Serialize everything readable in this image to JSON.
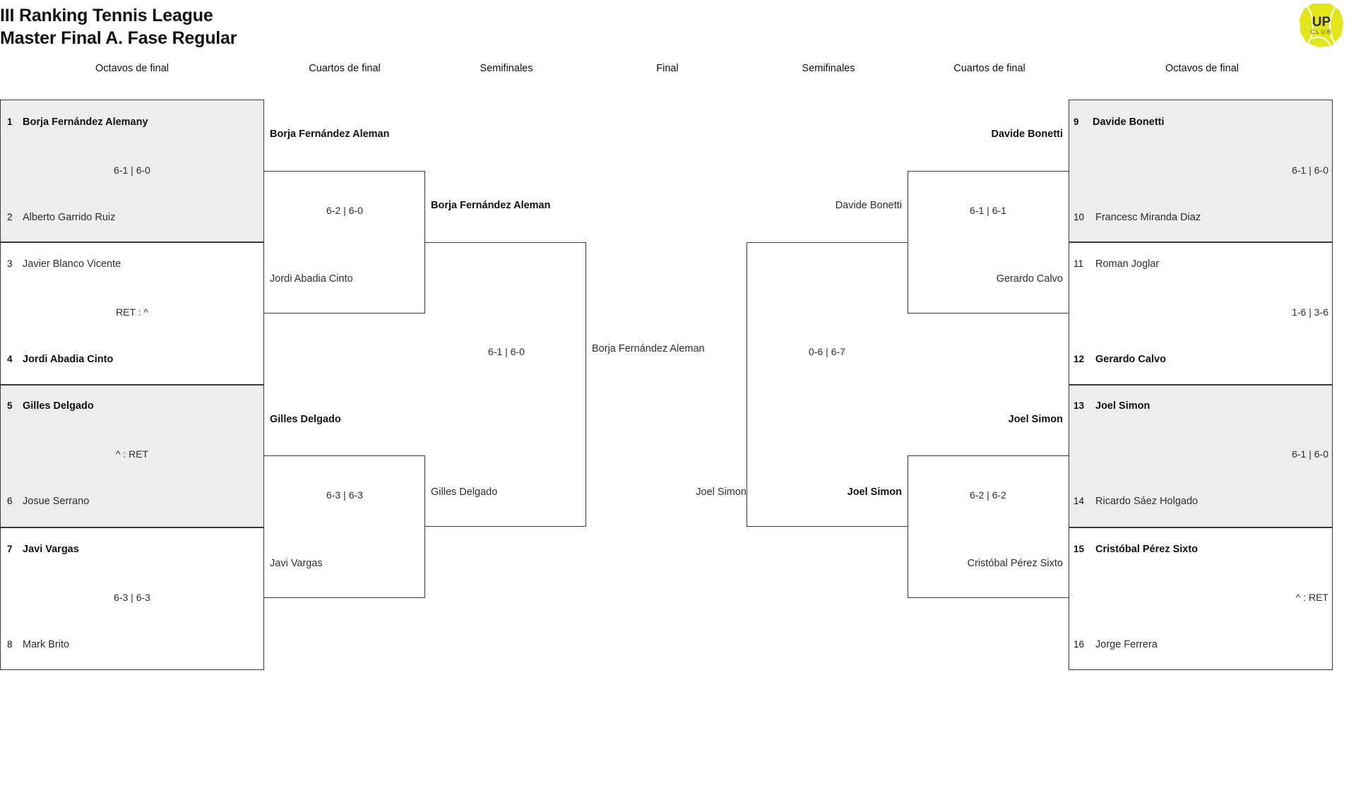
{
  "title": {
    "line1": "III Ranking Tennis League",
    "line2": "Master Final A. Fase Regular"
  },
  "logo": {
    "primary_text": "UP",
    "secondary_text": "CLUB",
    "color": "#e3e619"
  },
  "round_headers": {
    "left_r16": "Octavos de final",
    "left_qf": "Cuartos de final",
    "left_sf": "Semifinales",
    "final": "Final",
    "right_sf": "Semifinales",
    "right_qf": "Cuartos de final",
    "right_r16": "Octavos de final"
  },
  "left": {
    "r16": [
      {
        "seed_top": "1",
        "player_top": "Borja Fernández Alemany",
        "seed_bottom": "2",
        "player_bottom": "Alberto Garrido Ruiz",
        "score": "6-1 | 6-0",
        "winner": "top",
        "shaded": true
      },
      {
        "seed_top": "3",
        "player_top": "Javier Blanco Vicente",
        "seed_bottom": "4",
        "player_bottom": "Jordi Abadia Cinto",
        "score": "RET : ^",
        "winner": "bottom",
        "shaded": false
      },
      {
        "seed_top": "5",
        "player_top": "Gilles Delgado",
        "seed_bottom": "6",
        "player_bottom": "Josue Serrano",
        "score": "^ : RET",
        "winner": "top",
        "shaded": true
      },
      {
        "seed_top": "7",
        "player_top": "Javi Vargas",
        "seed_bottom": "8",
        "player_bottom": "Mark Brito",
        "score": "6-3 | 6-3",
        "winner": "top",
        "shaded": false
      }
    ],
    "qf": [
      {
        "player_top": "Borja Fernández Aleman",
        "player_bottom": "Jordi Abadia Cinto",
        "score": "6-2 | 6-0",
        "winner": "top"
      },
      {
        "player_top": "Gilles Delgado",
        "player_bottom": "Javi Vargas",
        "score": "6-3 | 6-3",
        "winner": "top"
      }
    ],
    "sf": [
      {
        "player_top": "Borja Fernández Aleman",
        "player_bottom": "Gilles Delgado",
        "score": "6-1 | 6-0",
        "winner": "top"
      }
    ],
    "finalist": "Borja Fernández Aleman"
  },
  "right": {
    "r16": [
      {
        "seed_top": "9",
        "player_top": "Davide Bonetti",
        "seed_bottom": "10",
        "player_bottom": "Francesc Miranda Diaz",
        "score": "6-1 | 6-0",
        "winner": "top",
        "shaded": true
      },
      {
        "seed_top": "11",
        "player_top": "Roman Joglar",
        "seed_bottom": "12",
        "player_bottom": "Gerardo Calvo",
        "score": "1-6 | 3-6",
        "winner": "bottom",
        "shaded": false
      },
      {
        "seed_top": "13",
        "player_top": "Joel Simon",
        "seed_bottom": "14",
        "player_bottom": "Ricardo Sáez Holgado",
        "score": "6-1 | 6-0",
        "winner": "top",
        "shaded": true
      },
      {
        "seed_top": "15",
        "player_top": "Cristóbal Pérez Sixto",
        "seed_bottom": "16",
        "player_bottom": "Jorge Ferrera",
        "score": "^ : RET",
        "winner": "top",
        "shaded": false
      }
    ],
    "qf": [
      {
        "player_top": "Davide Bonetti",
        "player_bottom": "Gerardo Calvo",
        "score": "6-1 | 6-1",
        "winner": "top"
      },
      {
        "player_top": "Joel Simon",
        "player_bottom": "Cristóbal Pérez Sixto",
        "score": "6-2 | 6-2",
        "winner": "top"
      }
    ],
    "sf": [
      {
        "player_top": "Davide Bonetti",
        "player_bottom": "Joel Simon",
        "score": "0-6 | 6-7",
        "winner": "bottom"
      }
    ],
    "finalist": "Joel Simon"
  }
}
